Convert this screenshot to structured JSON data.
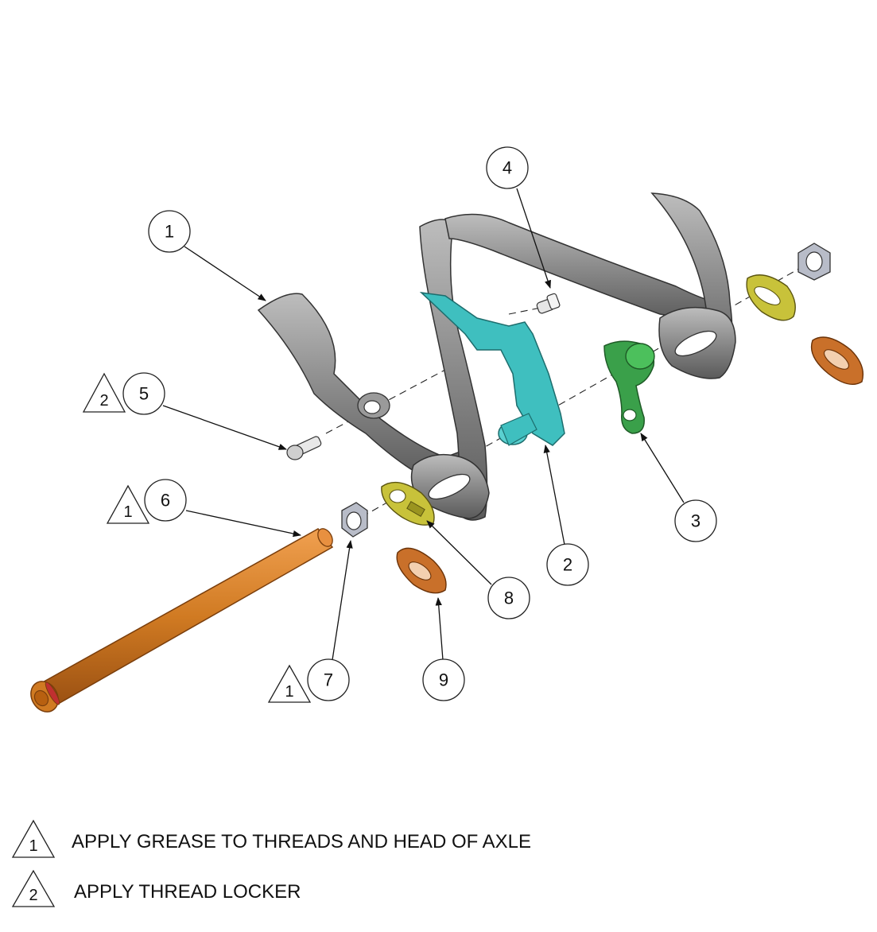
{
  "balloons": [
    "1",
    "2",
    "3",
    "4",
    "5",
    "6",
    "7",
    "8",
    "9"
  ],
  "note_flags": {
    "n1": "1",
    "n2": "2"
  },
  "notes": [
    {
      "flag": "1",
      "text": "APPLY GREASE TO THREADS AND HEAD OF AXLE"
    },
    {
      "flag": "2",
      "text": "APPLY THREAD LOCKER"
    }
  ],
  "colors": {
    "frame": "#8c8c8c",
    "frame_dark": "#4a4a4a",
    "hanger": "#3fbfbf",
    "dropout": "#3aa04a",
    "washer_yellow": "#c8c23a",
    "washer_orange": "#c9702a",
    "axle": "#d07a22",
    "nut": "#b8bcc8"
  }
}
